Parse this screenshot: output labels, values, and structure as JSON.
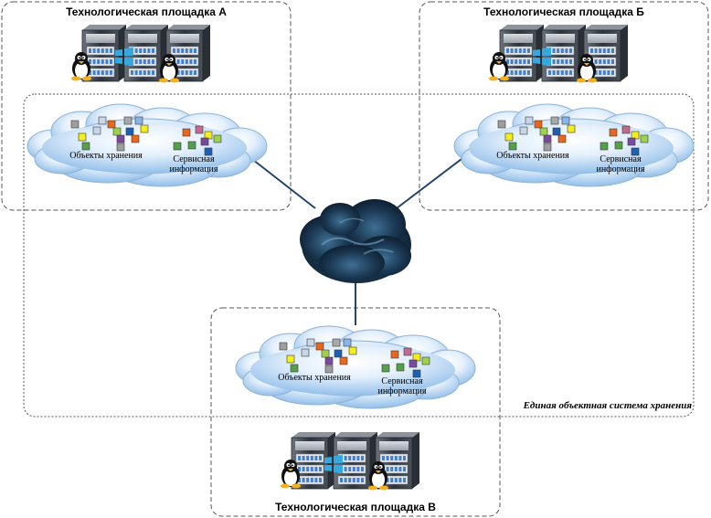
{
  "sites": [
    {
      "title": "Технологическая площадка А"
    },
    {
      "title": "Технологическая площадка Б"
    },
    {
      "title": "Технологическая площадка В"
    }
  ],
  "cloud_labels": {
    "objects": "Объекты хранения",
    "service_line1": "Сервисная",
    "service_line2": "информация"
  },
  "system_label": "Единая объектная система хранения",
  "colors": {
    "cloud_fill_light": "#f4f9ff",
    "cloud_fill_dark": "#9cc6ee",
    "cloud_stroke": "#8fb3d6",
    "network_dark": "#0e2233",
    "network_mid": "#2d5574",
    "link_line": "#23446d",
    "server_dark": "#3a4048",
    "server_blue": "#3f7fd1",
    "boundary": "#555555"
  },
  "object_colors": [
    "#9e9e9e",
    "#c7d6e8",
    "#e8671c",
    "#a9a9a9",
    "#8ab4e8",
    "#55a04a",
    "#7a4aa0",
    "#9ed24a",
    "#f4ef1a",
    "#1d5fb3"
  ],
  "service_colors": [
    "#e8671c",
    "#c46a8e",
    "#55a04a",
    "#9ed24a",
    "#f4ef1a",
    "#7a4aa0",
    "#1d5fb3"
  ],
  "icons": {
    "server": "server-rack-icon",
    "linux": "tux-penguin-icon",
    "windows": "windows-logo-icon",
    "network": "network-cloud-icon"
  }
}
